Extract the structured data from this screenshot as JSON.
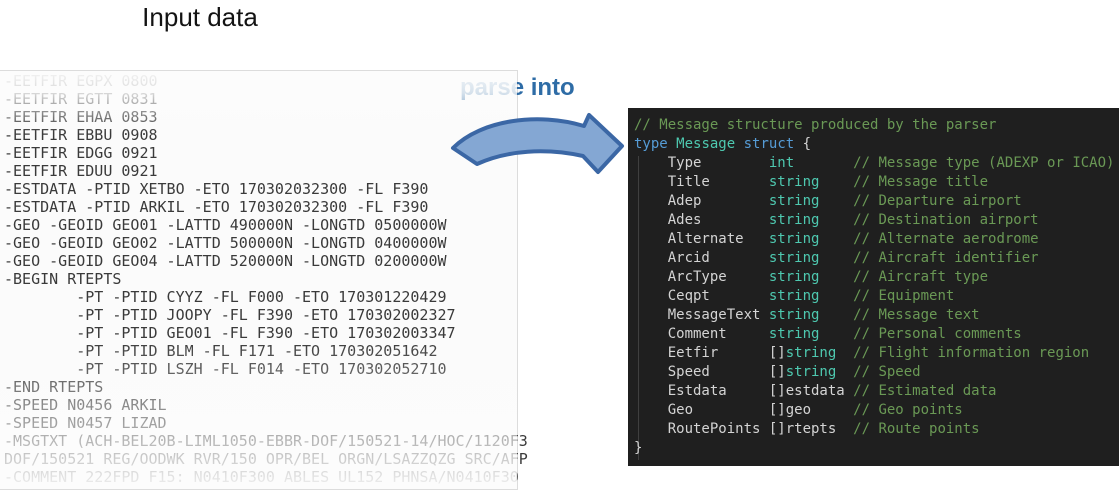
{
  "page": {
    "title": "Input data",
    "parse_label": "parse into"
  },
  "colors": {
    "accent_blue": "#2e6ca6",
    "arrow_fill": "#84a7d3",
    "arrow_stroke": "#3b67a5",
    "input_text": "#3a3a3a",
    "code_bg": "#1f1f1f",
    "code_plain": "#d4d4d4",
    "code_comment": "#6a9955",
    "code_keyword": "#569cd6",
    "code_typename": "#4ec9b0"
  },
  "input_block": {
    "lines": [
      "-EETFIR EGPX 0800",
      "-EETFIR EGTT 0831",
      "-EETFIR EHAA 0853",
      "-EETFIR EBBU 0908",
      "-EETFIR EDGG 0921",
      "-EETFIR EDUU 0921",
      "-ESTDATA -PTID XETBO -ETO 170302032300 -FL F390",
      "-ESTDATA -PTID ARKIL -ETO 170302032300 -FL F390",
      "-GEO -GEOID GEO01 -LATTD 490000N -LONGTD 0500000W",
      "-GEO -GEOID GEO02 -LATTD 500000N -LONGTD 0400000W",
      "-GEO -GEOID GEO04 -LATTD 520000N -LONGTD 0200000W",
      "-BEGIN RTEPTS",
      "        -PT -PTID CYYZ -FL F000 -ETO 170301220429",
      "        -PT -PTID JOOPY -FL F390 -ETO 170302002327",
      "        -PT -PTID GEO01 -FL F390 -ETO 170302003347",
      "        -PT -PTID BLM -FL F171 -ETO 170302051642",
      "        -PT -PTID LSZH -FL F014 -ETO 170302052710",
      "-END RTEPTS",
      "-SPEED N0456 ARKIL",
      "-SPEED N0457 LIZAD",
      "-MSGTXT (ACH-BEL20B-LIML1050-EBBR-DOF/150521-14/HOC/1120F3",
      "DOF/150521 REG/OODWK RVR/150 OPR/BEL ORGN/LSAZZQZG SRC/AFP",
      "-COMMENT 222FPD F15: N0410F300 ABLES UL152 PHNSA/N0410F30"
    ]
  },
  "code_block": {
    "lines": [
      [
        {
          "s": "comment",
          "t": "// Message structure produced by the parser"
        }
      ],
      [
        {
          "s": "keyword",
          "t": "type"
        },
        {
          "s": "plain",
          "t": " "
        },
        {
          "s": "typename",
          "t": "Message"
        },
        {
          "s": "plain",
          "t": " "
        },
        {
          "s": "keyword",
          "t": "struct"
        },
        {
          "s": "plain",
          "t": " {"
        }
      ],
      [
        {
          "s": "plain",
          "t": "    Type        "
        },
        {
          "s": "typename",
          "t": "int"
        },
        {
          "s": "plain",
          "t": "       "
        },
        {
          "s": "comment",
          "t": "// Message type (ADEXP or ICAO)"
        }
      ],
      [
        {
          "s": "plain",
          "t": "    Title       "
        },
        {
          "s": "typename",
          "t": "string"
        },
        {
          "s": "plain",
          "t": "    "
        },
        {
          "s": "comment",
          "t": "// Message title"
        }
      ],
      [
        {
          "s": "plain",
          "t": "    Adep        "
        },
        {
          "s": "typename",
          "t": "string"
        },
        {
          "s": "plain",
          "t": "    "
        },
        {
          "s": "comment",
          "t": "// Departure airport"
        }
      ],
      [
        {
          "s": "plain",
          "t": "    Ades        "
        },
        {
          "s": "typename",
          "t": "string"
        },
        {
          "s": "plain",
          "t": "    "
        },
        {
          "s": "comment",
          "t": "// Destination airport"
        }
      ],
      [
        {
          "s": "plain",
          "t": "    Alternate   "
        },
        {
          "s": "typename",
          "t": "string"
        },
        {
          "s": "plain",
          "t": "    "
        },
        {
          "s": "comment",
          "t": "// Alternate aerodrome"
        }
      ],
      [
        {
          "s": "plain",
          "t": "    Arcid       "
        },
        {
          "s": "typename",
          "t": "string"
        },
        {
          "s": "plain",
          "t": "    "
        },
        {
          "s": "comment",
          "t": "// Aircraft identifier"
        }
      ],
      [
        {
          "s": "plain",
          "t": "    ArcType     "
        },
        {
          "s": "typename",
          "t": "string"
        },
        {
          "s": "plain",
          "t": "    "
        },
        {
          "s": "comment",
          "t": "// Aircraft type"
        }
      ],
      [
        {
          "s": "plain",
          "t": "    Ceqpt       "
        },
        {
          "s": "typename",
          "t": "string"
        },
        {
          "s": "plain",
          "t": "    "
        },
        {
          "s": "comment",
          "t": "// Equipment"
        }
      ],
      [
        {
          "s": "plain",
          "t": "    MessageText "
        },
        {
          "s": "typename",
          "t": "string"
        },
        {
          "s": "plain",
          "t": "    "
        },
        {
          "s": "comment",
          "t": "// Message text"
        }
      ],
      [
        {
          "s": "plain",
          "t": "    Comment     "
        },
        {
          "s": "typename",
          "t": "string"
        },
        {
          "s": "plain",
          "t": "    "
        },
        {
          "s": "comment",
          "t": "// Personal comments"
        }
      ],
      [
        {
          "s": "plain",
          "t": "    Eetfir      []"
        },
        {
          "s": "typename",
          "t": "string"
        },
        {
          "s": "plain",
          "t": "  "
        },
        {
          "s": "comment",
          "t": "// Flight information region"
        }
      ],
      [
        {
          "s": "plain",
          "t": "    Speed       []"
        },
        {
          "s": "typename",
          "t": "string"
        },
        {
          "s": "plain",
          "t": "  "
        },
        {
          "s": "comment",
          "t": "// Speed"
        }
      ],
      [
        {
          "s": "plain",
          "t": "    Estdata     []estdata "
        },
        {
          "s": "comment",
          "t": "// Estimated data"
        }
      ],
      [
        {
          "s": "plain",
          "t": "    Geo         []geo     "
        },
        {
          "s": "comment",
          "t": "// Geo points"
        }
      ],
      [
        {
          "s": "plain",
          "t": "    RoutePoints []rtepts  "
        },
        {
          "s": "comment",
          "t": "// Route points"
        }
      ],
      [
        {
          "s": "plain",
          "t": "}"
        }
      ]
    ]
  }
}
